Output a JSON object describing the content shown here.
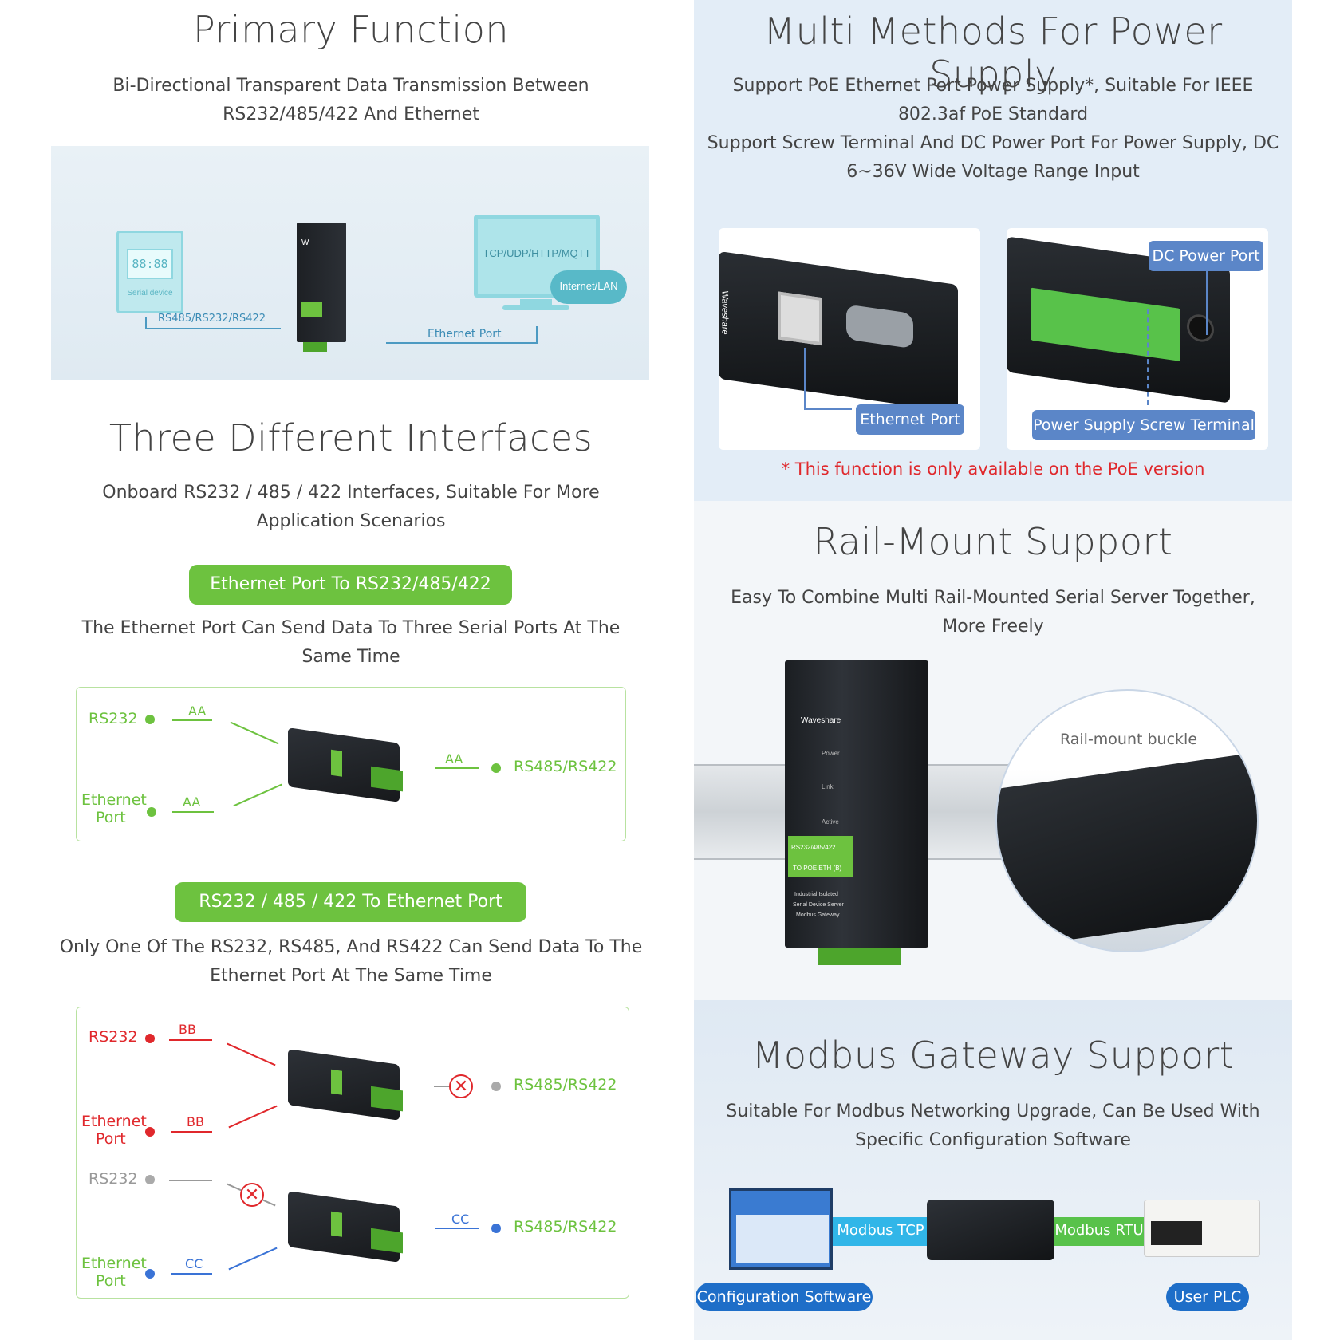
{
  "primary": {
    "title": "Primary Function",
    "desc": "Bi-Directional Transparent Data Transmission Between RS232/485/422 And Ethernet",
    "device_screen": "88:88",
    "device_label": "Serial device",
    "monitor_text": "TCP/UDP/HTTP/MQTT",
    "cloud_text": "Internet/LAN",
    "left_link": "RS485/RS232/RS422",
    "right_link": "Ethernet Port"
  },
  "interfaces": {
    "title": "Three Different Interfaces",
    "desc": "Onboard RS232 / 485 / 422 Interfaces, Suitable For More Application Scenarios",
    "mode1": {
      "pill": "Ethernet Port To RS232/485/422",
      "desc": "The Ethernet Port Can Send Data To Three Serial Ports At The Same Time",
      "left1": "RS232",
      "left2a": "Ethernet",
      "left2b": "Port",
      "arrow1": "AA",
      "arrow2": "AA",
      "arrow3": "AA",
      "right": "RS485/RS422"
    },
    "mode2": {
      "pill": "RS232 / 485 / 422 To Ethernet Port",
      "desc": "Only One Of The RS232, RS485, And RS422 Can Send Data To The Ethernet Port At The Same Time",
      "top_left1": "RS232",
      "top_left2a": "Ethernet",
      "top_left2b": "Port",
      "top_arrow1": "BB",
      "top_arrow2": "BB",
      "top_right": "RS485/RS422",
      "bot_left1": "RS232",
      "bot_left2a": "Ethernet",
      "bot_left2b": "Port",
      "bot_arrow1": "CC",
      "bot_arrow2": "CC",
      "bot_right": "RS485/RS422"
    }
  },
  "power": {
    "title": "Multi Methods For Power Supply",
    "desc1": "Support PoE Ethernet Port Power Supply*, Suitable For IEEE 802.3af PoE Standard",
    "desc2": "Support Screw Terminal And DC Power Port For Power Supply, DC 6~36V Wide Voltage Range Input",
    "tag_ethernet": "Ethernet Port",
    "tag_dc": "DC Power Port",
    "tag_screw": "Power Supply Screw Terminal",
    "note": "* This function is only available on the PoE version",
    "brand": "Waveshare"
  },
  "rail": {
    "title": "Rail-Mount Support",
    "desc": "Easy To Combine Multi Rail-Mounted Serial Server Together, More Freely",
    "buckle": "Rail-mount buckle",
    "brand": "Waveshare",
    "led1": "Power",
    "led2": "Link",
    "led3": "Active",
    "green1": "RS232/485/422",
    "green2": "TO POE ETH (B)",
    "small1": "Industrial Isolated",
    "small2": "Serial Device Server",
    "small3": "Modbus Gateway"
  },
  "modbus": {
    "title": "Modbus Gateway Support",
    "desc": "Suitable For Modbus Networking Upgrade, Can Be Used With Specific Configuration Software",
    "tcp": "Modbus TCP",
    "rtu": "Modbus RTU",
    "software": "Configuration Software",
    "plc": "User PLC"
  },
  "colors": {
    "green": "#6dc23f",
    "red": "#e0282c",
    "blue": "#3a73d6",
    "tag": "#5b86c8",
    "panel": "#e3edf7"
  }
}
